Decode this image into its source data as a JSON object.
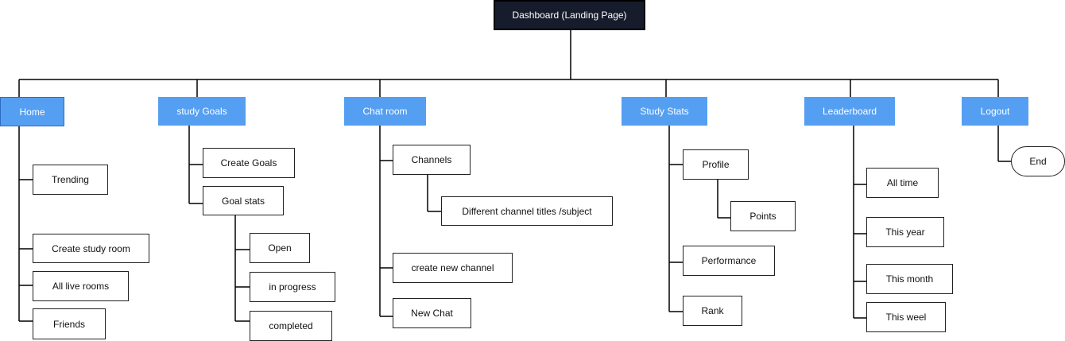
{
  "diagram": {
    "root": {
      "label": "Dashboard (Landing Page)"
    },
    "categories": {
      "home": {
        "label": "Home"
      },
      "study_goals": {
        "label": "study Goals"
      },
      "chat_room": {
        "label": "Chat room"
      },
      "study_stats": {
        "label": "Study Stats"
      },
      "leaderboard": {
        "label": "Leaderboard"
      },
      "logout": {
        "label": "Logout"
      }
    },
    "home": {
      "trending": "Trending",
      "create_study_room": "Create study room",
      "all_live_rooms": "All live rooms",
      "friends": "Friends"
    },
    "study_goals": {
      "create_goals": "Create Goals",
      "goal_stats": "Goal stats",
      "open": "Open",
      "in_progress": "in progress",
      "completed": "completed"
    },
    "chat_room": {
      "channels": "Channels",
      "channel_titles": "Different channel titles /subject",
      "create_new_channel": "create new channel",
      "new_chat": "New Chat"
    },
    "study_stats": {
      "profile": "Profile",
      "points": "Points",
      "performance": "Performance",
      "rank": "Rank"
    },
    "leaderboard": {
      "all_time": "All time",
      "this_year": "This year",
      "this_month": "This month",
      "this_weel": "This weel"
    },
    "logout": {
      "end": "End"
    },
    "colors": {
      "root_fill": "#161c2b",
      "category_fill": "#559ff2",
      "line": "#000000"
    }
  }
}
